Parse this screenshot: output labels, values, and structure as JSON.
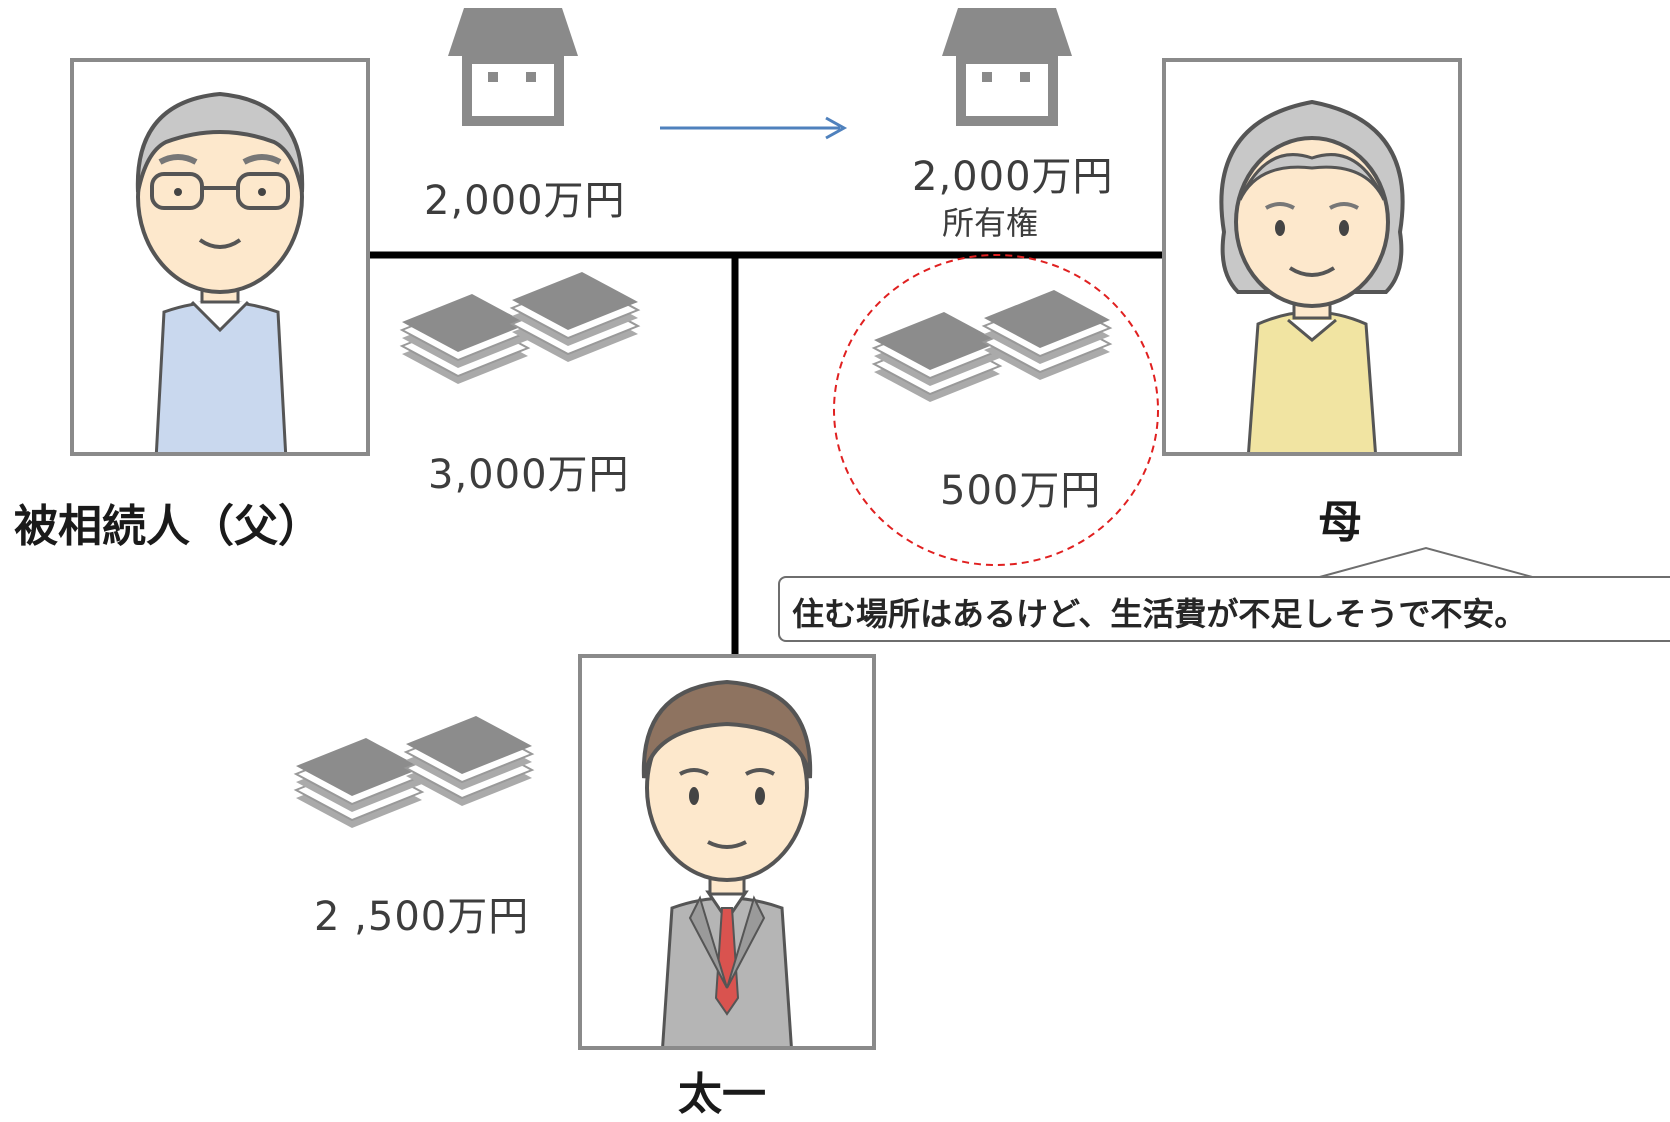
{
  "persons": {
    "father": {
      "name": "被相続人（父）"
    },
    "mother": {
      "name": "母"
    },
    "son": {
      "name": "太一"
    }
  },
  "assets": {
    "house_father": {
      "amount": "2,000万円"
    },
    "house_mother": {
      "amount": "2,000万円",
      "note": "所有権"
    },
    "cash_father": {
      "amount": "3,000万円"
    },
    "cash_mother": {
      "amount": "500万円"
    },
    "cash_son": {
      "amount": "2 ,500万円"
    }
  },
  "speech": {
    "text": "住む場所はあるけど、生活費が不足しそうで不安。"
  },
  "colors": {
    "frame": "#8a8a8a",
    "asset_gray": "#8c8c8c",
    "arrow": "#4f81bd",
    "highlight": "#e02020",
    "line": "#000000"
  }
}
